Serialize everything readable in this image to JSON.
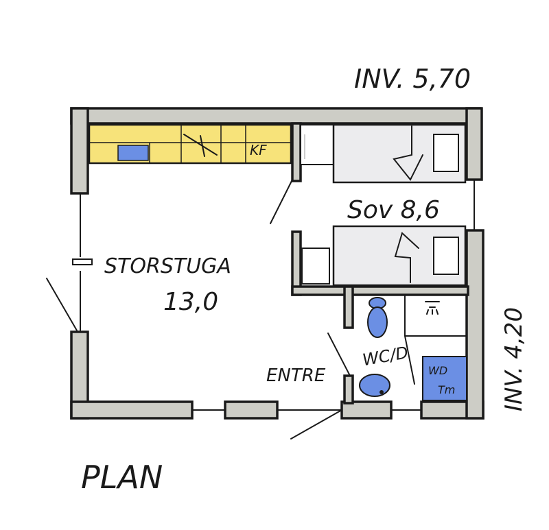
{
  "drawing": {
    "title": "PLAN",
    "dimensions": {
      "width_label": "INV. 5,70",
      "depth_label": "INV. 4,20"
    },
    "rooms": {
      "living": {
        "name": "STORSTUGA",
        "area": "13,0"
      },
      "bedroom": {
        "label": "Sov 8,6"
      },
      "entrance": {
        "label": "ENTRE"
      },
      "wc": {
        "label": "WC/D"
      }
    },
    "fixtures": {
      "kitchen_label": "KF",
      "washer_label_1": "WD",
      "washer_label_2": "Tm"
    }
  },
  "colors": {
    "wall_fill": "#cdcdc6",
    "ink": "#1a1a1a",
    "kitchen_yellow": "#f7e37a",
    "fixture_blue": "#6b8fe4",
    "bed_fill": "#ececee"
  }
}
